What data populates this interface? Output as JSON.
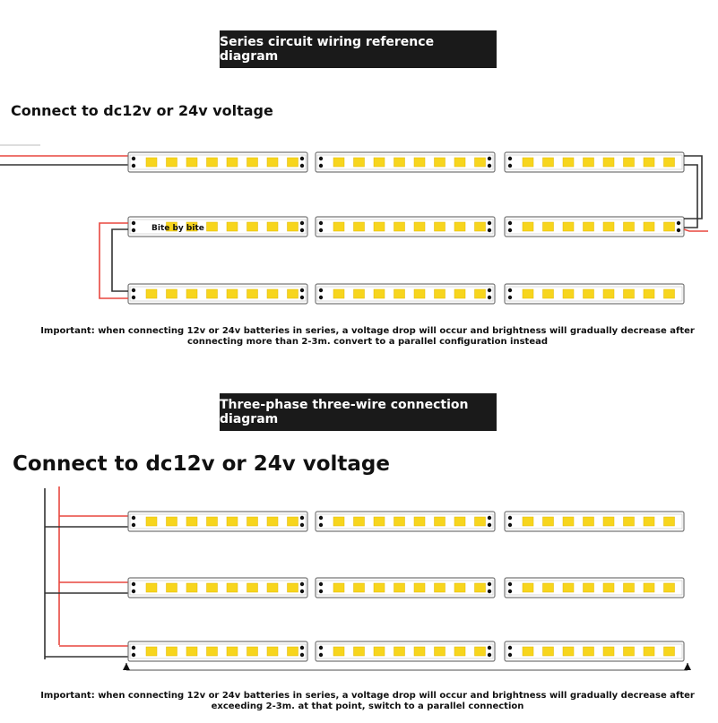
{
  "series_section": {
    "banner": "Series circuit wiring reference diagram",
    "heading": "Connect to dc12v or 24v voltage",
    "strip_label": "Bite by bite",
    "note": "Important: when connecting 12v or 24v batteries in series, a voltage drop will occur and brightness will gradually decrease after connecting more than 2-3m. convert to a parallel configuration instead"
  },
  "parallel_section": {
    "banner": "Three-phase three-wire connection diagram",
    "heading": "Connect to dc12v or 24v voltage",
    "note": "Important: when connecting 12v or 24v batteries in series, a voltage drop will occur and brightness will gradually decrease after exceeding 2-3m. at that point, switch to a parallel connection"
  },
  "colors": {
    "positive_wire": "#e8473f",
    "negative_wire": "#333333",
    "led": "#f7d51d",
    "strip_border": "#777777",
    "banner_bg": "#1a1a1a"
  }
}
